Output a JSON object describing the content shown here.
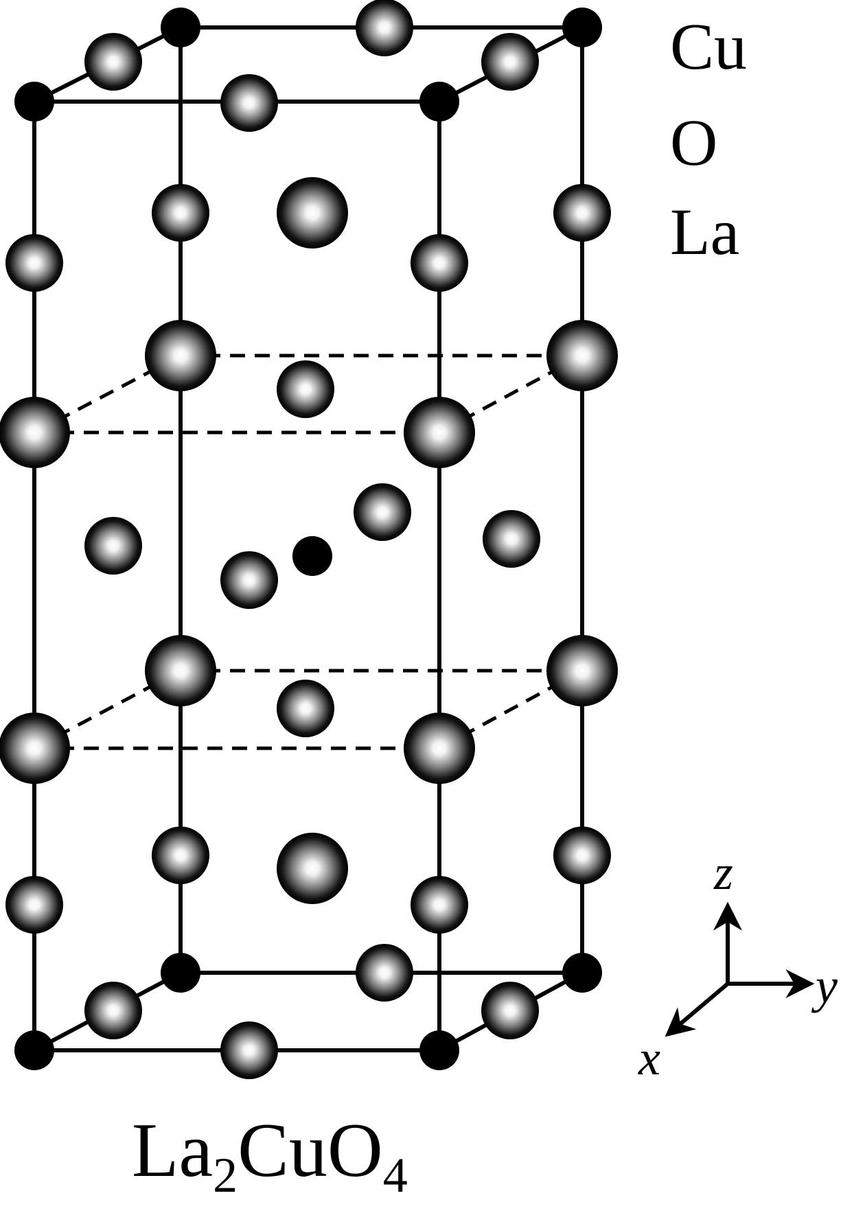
{
  "legend": {
    "items": [
      {
        "label": "Cu",
        "kind": "cu"
      },
      {
        "label": "O",
        "kind": "o"
      },
      {
        "label": "La",
        "kind": "la"
      }
    ]
  },
  "axes": {
    "z": "z",
    "y": "y",
    "x": "x"
  },
  "formula": {
    "parts": [
      {
        "text": "La",
        "sub": false
      },
      {
        "text": "2",
        "sub": true
      },
      {
        "text": "CuO",
        "sub": false
      },
      {
        "text": "4",
        "sub": true
      }
    ]
  },
  "colors": {
    "ink": "#000000",
    "highlight": "#ffffff"
  }
}
